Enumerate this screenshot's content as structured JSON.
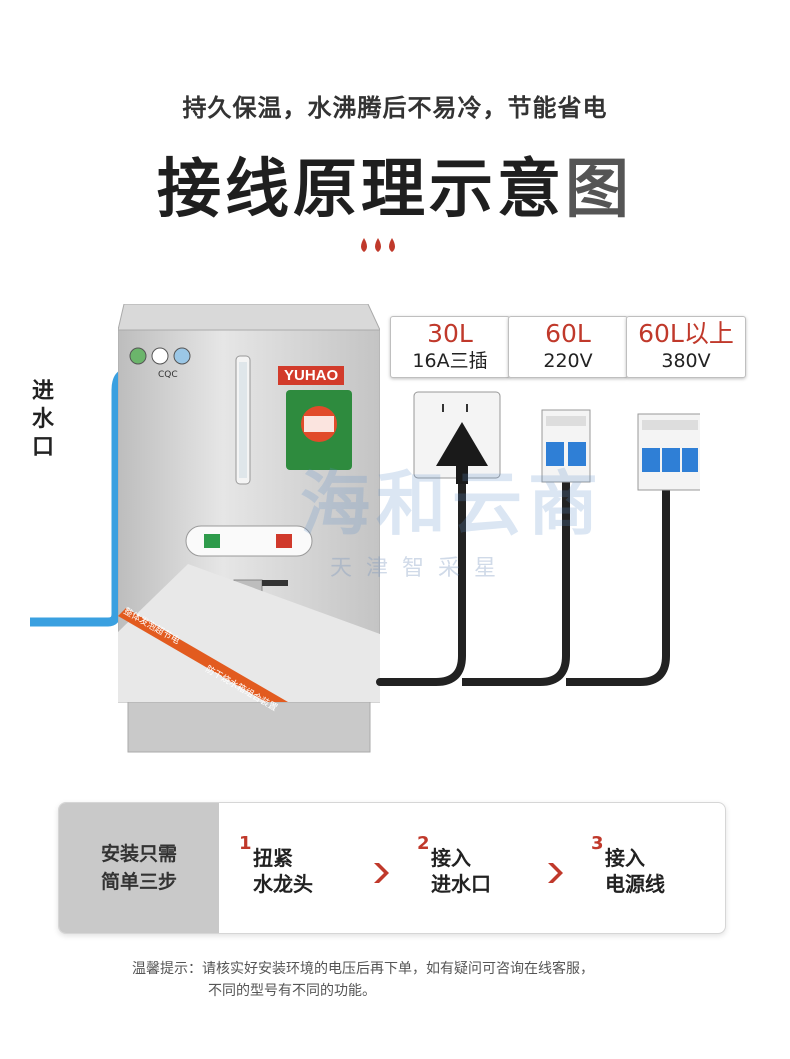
{
  "header": {
    "subtitle": "持久保温，水沸腾后不易冷，节能省电",
    "title_main": "接线原理示意",
    "title_last": "图"
  },
  "inlet": {
    "label_lines": [
      "进",
      "水",
      "口"
    ]
  },
  "specs": [
    {
      "capacity": "30L",
      "power": "16A三插"
    },
    {
      "capacity": "60L",
      "power": "220V"
    },
    {
      "capacity": "60L以上",
      "power": "380V"
    }
  ],
  "device": {
    "brand": "YUHAO",
    "cert": "CQC",
    "banner_line1": "整体发泡超节电",
    "banner_line2": "防干烧水箱组合装置"
  },
  "watermark": {
    "main": "海和云商",
    "sub": "天津智采星"
  },
  "steps": {
    "lead": [
      "安装只需",
      "简单三步"
    ],
    "items": [
      {
        "num": "1",
        "lines": [
          "扭紧",
          "水龙头"
        ]
      },
      {
        "num": "2",
        "lines": [
          "接入",
          "进水口"
        ]
      },
      {
        "num": "3",
        "lines": [
          "接入",
          "电源线"
        ]
      }
    ]
  },
  "notice": {
    "line1": "温馨提示：请核实好安装环境的电压后再下单，如有疑问可咨询在线客服，",
    "line2": "不同的型号有不同的功能。"
  },
  "colors": {
    "accent_red": "#c0392b",
    "pipe_blue": "#3aa0e0",
    "breaker_blue": "#2f7fd6",
    "steel": "#d4d4d4"
  }
}
